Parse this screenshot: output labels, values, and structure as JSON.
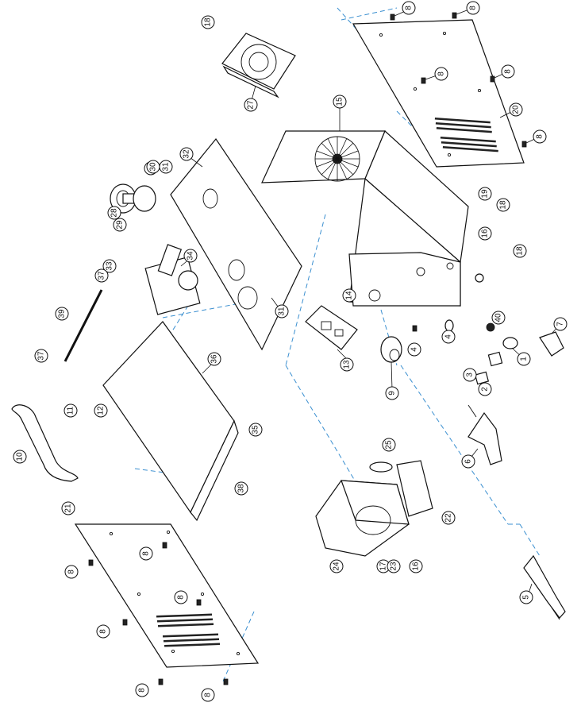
{
  "callouts": [
    {
      "label": "8"
    },
    {
      "label": "8"
    },
    {
      "label": "8"
    },
    {
      "label": "8"
    },
    {
      "label": "8"
    },
    {
      "label": "18"
    },
    {
      "label": "27"
    },
    {
      "label": "15"
    },
    {
      "label": "20"
    },
    {
      "label": "8"
    },
    {
      "label": "30"
    },
    {
      "label": "31"
    },
    {
      "label": "32"
    },
    {
      "label": "28"
    },
    {
      "label": "29"
    },
    {
      "label": "19"
    },
    {
      "label": "18"
    },
    {
      "label": "16"
    },
    {
      "label": "18"
    },
    {
      "label": "33"
    },
    {
      "label": "34"
    },
    {
      "label": "37"
    },
    {
      "label": "39"
    },
    {
      "label": "14"
    },
    {
      "label": "31"
    },
    {
      "label": "40"
    },
    {
      "label": "7"
    },
    {
      "label": "4"
    },
    {
      "label": "4"
    },
    {
      "label": "1"
    },
    {
      "label": "37"
    },
    {
      "label": "13"
    },
    {
      "label": "36"
    },
    {
      "label": "3"
    },
    {
      "label": "2"
    },
    {
      "label": "9"
    },
    {
      "label": "11"
    },
    {
      "label": "12"
    },
    {
      "label": "35"
    },
    {
      "label": "10"
    },
    {
      "label": "6"
    },
    {
      "label": "25"
    },
    {
      "label": "38"
    },
    {
      "label": "22"
    },
    {
      "label": "21"
    },
    {
      "label": "8"
    },
    {
      "label": "8"
    },
    {
      "label": "24"
    },
    {
      "label": "17"
    },
    {
      "label": "23"
    },
    {
      "label": "16"
    },
    {
      "label": "8"
    },
    {
      "label": "8"
    },
    {
      "label": "5"
    },
    {
      "label": "8"
    },
    {
      "label": "8"
    }
  ]
}
